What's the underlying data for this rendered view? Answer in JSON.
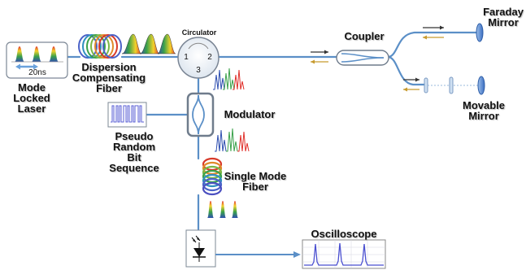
{
  "labels": {
    "laser": "Mode\nLocked\nLaser",
    "laser_period": "20ns",
    "dcf": "Dispersion\nCompensating\nFiber",
    "circulator": "Circulator",
    "port1": "1",
    "port2": "2",
    "port3": "3",
    "coupler": "Coupler",
    "faraday": "Faraday\nMirror",
    "movable": "Movable\nMirror",
    "modulator": "Modulator",
    "prbs": "Pseudo\nRandom\nBit\nSequence",
    "smf": "Single Mode\nFiber",
    "oscilloscope": "Oscilloscope"
  },
  "colors": {
    "fiber": "#5b8fc7",
    "fiber_dark": "#4a6f98",
    "pulse_red": "#e0302a",
    "pulse_yellow": "#f2d22b",
    "pulse_green": "#3aa14a",
    "pulse_blue": "#2f4fb0",
    "signal": "#4a4fd0"
  }
}
